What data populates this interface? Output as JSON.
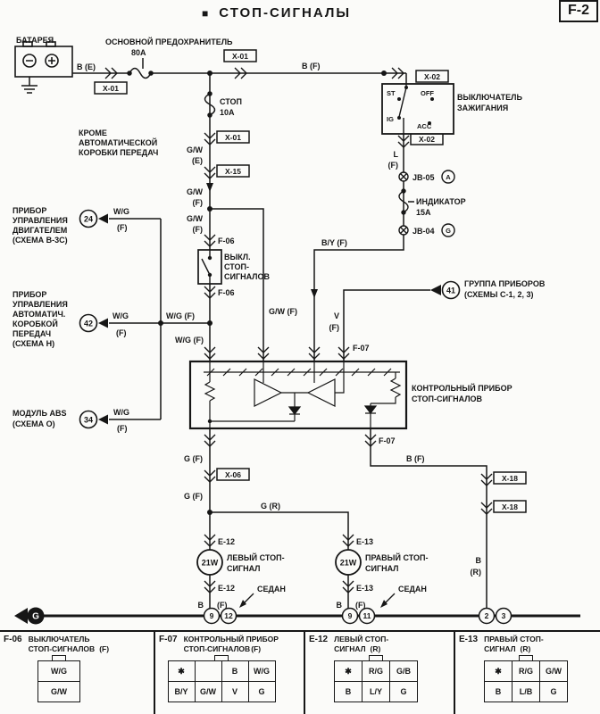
{
  "header": {
    "bullet": "■",
    "title": "СТОП-СИГНАЛЫ",
    "page_ref": "F-2"
  },
  "battery": {
    "label": "БАТАРЕЯ"
  },
  "main_fuse": {
    "name": "ОСНОВНОЙ ПРЕДОХРАНИТЕЛЬ",
    "rating": "80A"
  },
  "stop_fuse": {
    "name": "СТОП",
    "rating": "10A"
  },
  "ignition": {
    "line1": "ВЫКЛЮЧАТЕЛЬ",
    "line2": "ЗАЖИГАНИЯ",
    "st": "ST",
    "off": "OFF",
    "ig": "IG",
    "acc": "ACC"
  },
  "junction_block": {
    "jb05": "JB-05",
    "jb05_ref": "A",
    "indicator_name": "ИНДИКАТОР",
    "indicator_rating": "15A",
    "jb04": "JB-04",
    "jb04_ref": "G"
  },
  "note_at": {
    "line1": "КРОМЕ",
    "line2": "АВТОМАТИЧЕСКОЙ",
    "line3": "КОРОБКИ ПЕРЕДАЧ"
  },
  "engine_module": {
    "line1": "ПРИБОР",
    "line2": "УПРАВЛЕНИЯ",
    "line3": "ДВИГАТЕЛЕМ",
    "line4": "(СХЕМА B-3C)",
    "pin": "24"
  },
  "at_module": {
    "line1": "ПРИБОР",
    "line2": "УПРАВЛЕНИЯ",
    "line3": "АВТОМАТИЧ.",
    "line4": "КОРОБКОЙ",
    "line5": "ПЕРЕДАЧ",
    "line6": "(СХЕМА Н)",
    "pin": "42"
  },
  "abs_module": {
    "line1": "МОДУЛЬ ABS",
    "line2": "(СХЕМА О)",
    "pin": "34"
  },
  "cluster": {
    "line1": "ГРУППА ПРИБОРОВ",
    "line2": "(СХЕМЫ C-1, 2, 3)",
    "pin": "41"
  },
  "stop_switch": {
    "line1": "ВЫКЛ.",
    "line2": "СТОП-",
    "line3": "СИГНАЛОВ"
  },
  "control_unit": {
    "line1": "КОНТРОЛЬНЫЙ ПРИБОР",
    "line2": "СТОП-СИГНАЛОВ"
  },
  "left_lamp": {
    "power": "21W",
    "line1": "ЛЕВЫЙ СТОП-",
    "line2": "СИГНАЛ"
  },
  "right_lamp": {
    "power": "21W",
    "line1": "ПРАВЫЙ СТОП-",
    "line2": "СИГНАЛ"
  },
  "sedan": {
    "left": "СЕДАН",
    "right": "СЕДАН"
  },
  "ground": {
    "symbol": "G",
    "pins_left": [
      "9",
      "12"
    ],
    "pins_mid": [
      "9",
      "11"
    ],
    "pins_right": [
      "2",
      "3"
    ]
  },
  "connectors": {
    "x01_a": "X-01",
    "x01_b": "X-01",
    "x01_c": "X-01",
    "x02_a": "X-02",
    "x02_b": "X-02",
    "x15": "X-15",
    "x06": "X-06",
    "x18_a": "X-18",
    "x18_b": "X-18",
    "f06_top": "F-06",
    "f06_bottom": "F-06",
    "f07_top": "F-07",
    "f07_bottom": "F-07",
    "e12_top": "E-12",
    "e12_bottom": "E-12",
    "e13_top": "E-13",
    "e13_bottom": "E-13"
  },
  "wires": {
    "b_e": "B (E)",
    "b_f_top": "B (F)",
    "l_1": "L",
    "l_2": "(F)",
    "gw_e_1": "G/W",
    "gw_e_2": "(E)",
    "gw_f1_1": "G/W",
    "gw_f1_2": "(F)",
    "gw_f2_1": "G/W",
    "gw_f2_2": "(F)",
    "gw_f_branch": "G/W (F)",
    "wg_24_1": "W/G",
    "wg_24_2": "(F)",
    "wg_42_1": "W/G",
    "wg_42_2": "(F)",
    "wg_42b": "W/G (F)",
    "wg_box": "W/G (F)",
    "wg_34_1": "W/G",
    "wg_34_2": "(F)",
    "by": "B/Y (F)",
    "v_1": "V",
    "v_2": "(F)",
    "g_f1": "G (F)",
    "g_f2": "G (F)",
    "g_r": "G (R)",
    "b_f_right": "B (F)",
    "b_r_1": "B",
    "b_r_2": "(R)",
    "b_left_1": "B",
    "b_left_2": "(F)",
    "b_mid_1": "B",
    "b_mid_2": "(F)"
  },
  "pinouts": [
    {
      "id": "F-06",
      "name_line1": "ВЫКЛЮЧАТЕЛЬ",
      "name_line2": "СТОП-СИГНАЛОВ",
      "suffix": "(F)",
      "grid": [
        [
          "W/G"
        ],
        [
          "G/W"
        ]
      ]
    },
    {
      "id": "F-07",
      "name_line1": "КОНТРОЛЬНЫЙ ПРИБОР",
      "name_line2": "СТОП-СИГНАЛОВ",
      "suffix": "(F)",
      "grid": [
        [
          "✱",
          "",
          "B",
          "W/G"
        ],
        [
          "B/Y",
          "G/W",
          "V",
          "G"
        ]
      ]
    },
    {
      "id": "E-12",
      "name_line1": "ЛЕВЫЙ СТОП-",
      "name_line2": "СИГНАЛ",
      "suffix": "(R)",
      "grid": [
        [
          "✱",
          "R/G",
          "G/B"
        ],
        [
          "B",
          "L/Y",
          "G"
        ]
      ]
    },
    {
      "id": "E-13",
      "name_line1": "ПРАВЫЙ СТОП-",
      "name_line2": "СИГНАЛ",
      "suffix": "(R)",
      "grid": [
        [
          "✱",
          "R/G",
          "G/W"
        ],
        [
          "B",
          "L/B",
          "G"
        ]
      ]
    }
  ]
}
